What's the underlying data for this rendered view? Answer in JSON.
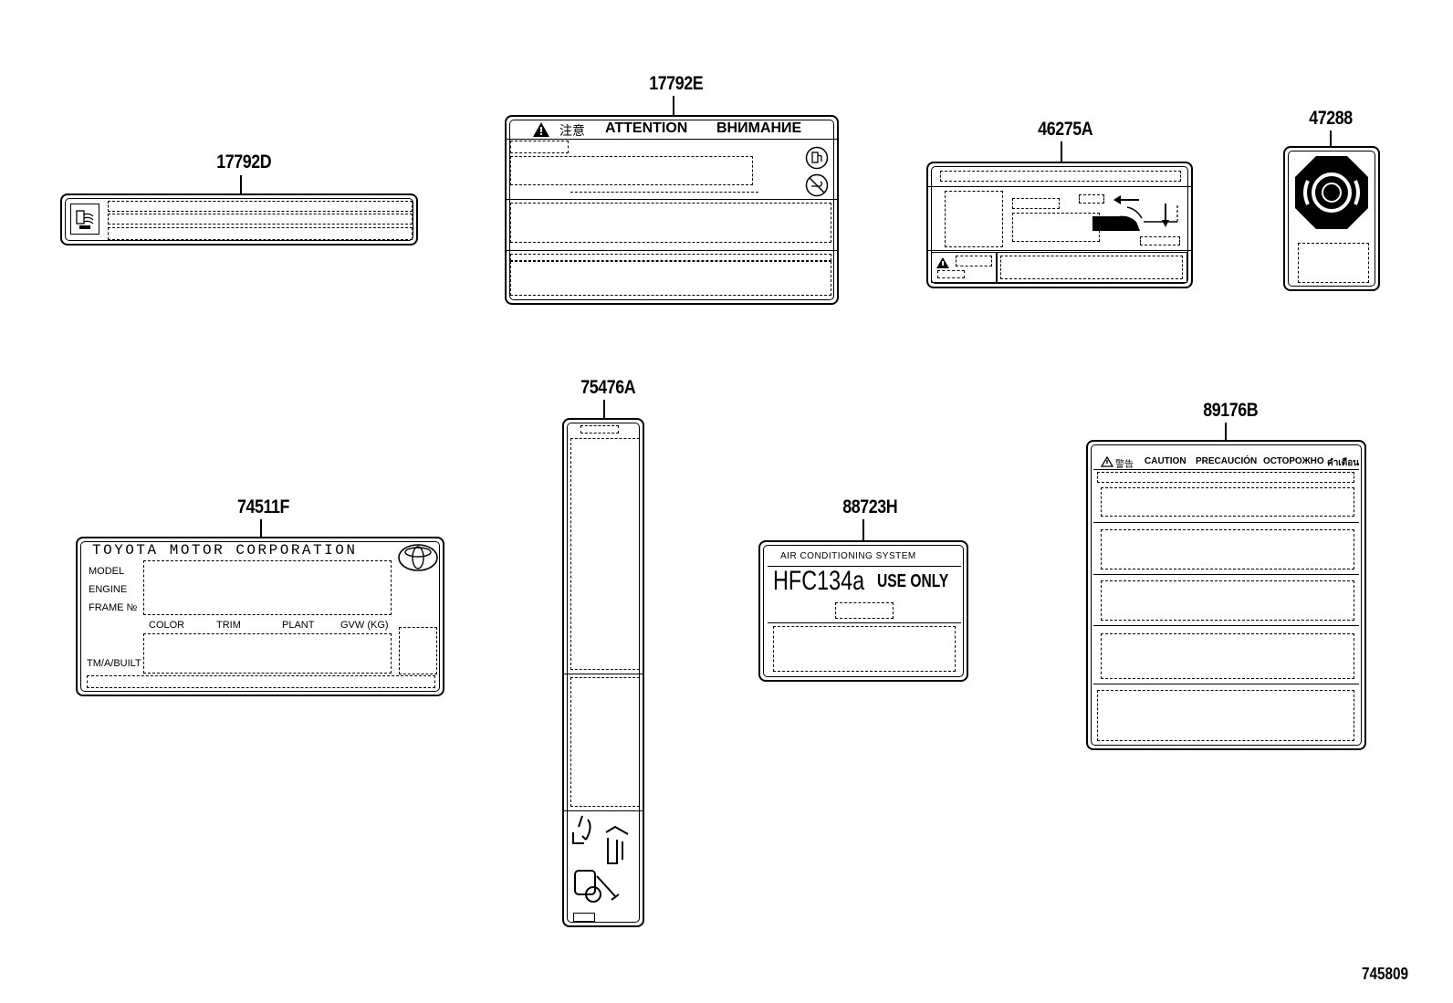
{
  "callouts": {
    "c17792d": "17792D",
    "c17792e": "17792E",
    "c46275a": "46275A",
    "c47288": "47288",
    "c74511f": "74511F",
    "c75476a": "75476A",
    "c88723h": "88723H",
    "c89176b": "89176B"
  },
  "label_17792e": {
    "header_cjk": "注意",
    "header_en": "ATTENTION",
    "header_ru": "ВНИМАНИЕ"
  },
  "label_74511f": {
    "company": "TOYOTA MOTOR CORPORATION",
    "model": "MODEL",
    "engine": "ENGINE",
    "frame": "FRAME №",
    "color": "COLOR",
    "trim": "TRIM",
    "plant": "PLANT",
    "gvw": "GVW (KG)",
    "tm_built": "TM/A/BUILT"
  },
  "label_88723h": {
    "system": "AIR CONDITIONING SYSTEM",
    "refrigerant": "HFC134a",
    "use_only": "USE ONLY"
  },
  "label_89176b": {
    "header_cjk": "警告",
    "header_caution": "CAUTION",
    "header_es": "PRECAUCIÓN",
    "header_ru": "ОСТОРОЖНО",
    "header_th": "คำเตือน"
  },
  "diagram_id": "745809",
  "icons": [
    "warning-triangle-icon",
    "toyota-logo-icon",
    "brake-warning-icon",
    "fuel-pump-icon",
    "no-smoking-icon"
  ]
}
